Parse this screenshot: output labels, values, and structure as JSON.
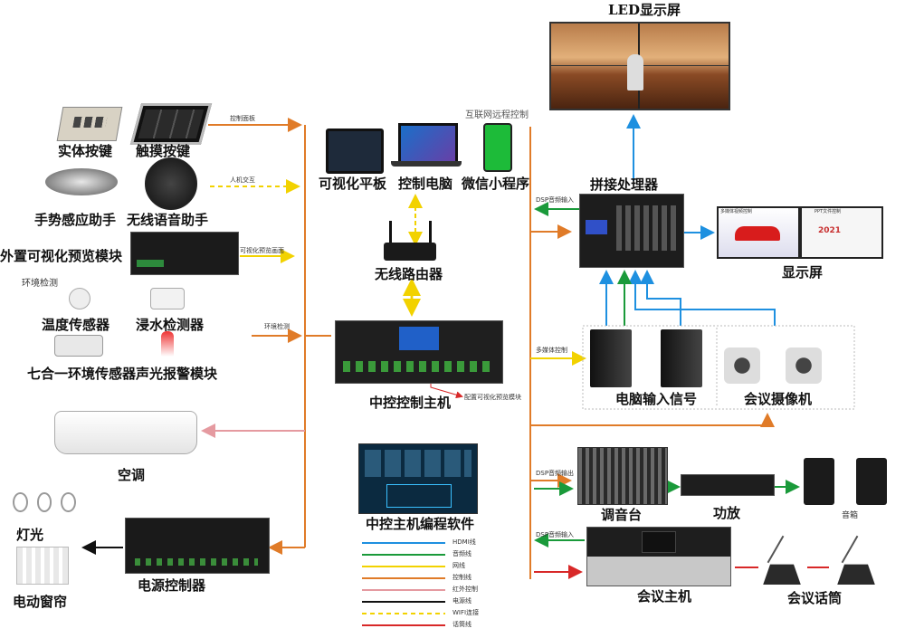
{
  "colors": {
    "orange": "#e07b28",
    "blue": "#1e90e0",
    "green": "#1a9a3a",
    "yellow": "#f2d200",
    "red": "#d82828",
    "pink": "#e59aa0",
    "black": "#111111"
  },
  "top": {
    "led_title": "LED显示屏"
  },
  "left": {
    "physical_key": "实体按键",
    "touch_key": "触摸按键",
    "control_panel": "控制面板",
    "gesture": "手势感应助手",
    "voice": "无线语音助手",
    "human_interaction": "人机交互",
    "preview_module": "外置可视化预览模块",
    "preview_screen": "可视化预览画面",
    "env_detect": "环境检测",
    "temp_sensor": "温度传感器",
    "water_detector": "浸水检测器",
    "seven_in_one": "七合一环境传感器声光报警模块",
    "env_monitor": "环境检测",
    "aircon": "空调",
    "lights": "灯光",
    "curtain": "电动窗帘",
    "power_controller": "电源控制器"
  },
  "center": {
    "tablet": "可视化平板",
    "laptop": "控制电脑",
    "wechat": "微信小程序",
    "iot_remote": "互联网远程控制",
    "router": "无线路由器",
    "main_controller": "中控控制主机",
    "ir_note": "配置可视化预览模块",
    "software": "中控主机编程软件"
  },
  "right": {
    "splicer": "拼接处理器",
    "dsp_in": "DSP音频输入",
    "display": "显示屏",
    "screen_a": "多媒体视频控制",
    "screen_b": "PPT文件控制",
    "screen_b_year": "2021",
    "multimedia_ctrl": "多媒体控制",
    "pc_input": "电脑输入信号",
    "camera": "会议摄像机",
    "dsp_out": "DSP音频输出",
    "mixer": "调音台",
    "amp": "功放",
    "speaker": "音箱",
    "dsp_in2": "DSP音频输入",
    "conf_host": "会议主机",
    "conf_mic": "会议话筒"
  },
  "legend": [
    {
      "label": "HDMI线",
      "color": "#1e90e0",
      "style": "solid"
    },
    {
      "label": "音频线",
      "color": "#1a9a3a",
      "style": "solid"
    },
    {
      "label": "网线",
      "color": "#f2d200",
      "style": "solid"
    },
    {
      "label": "控制线",
      "color": "#e07b28",
      "style": "solid"
    },
    {
      "label": "红外控制",
      "color": "#e59aa0",
      "style": "solid"
    },
    {
      "label": "电源线",
      "color": "#111111",
      "style": "solid"
    },
    {
      "label": "WIFI连接",
      "color": "#f2d200",
      "style": "dashed"
    },
    {
      "label": "话筒线",
      "color": "#d82828",
      "style": "solid"
    }
  ]
}
